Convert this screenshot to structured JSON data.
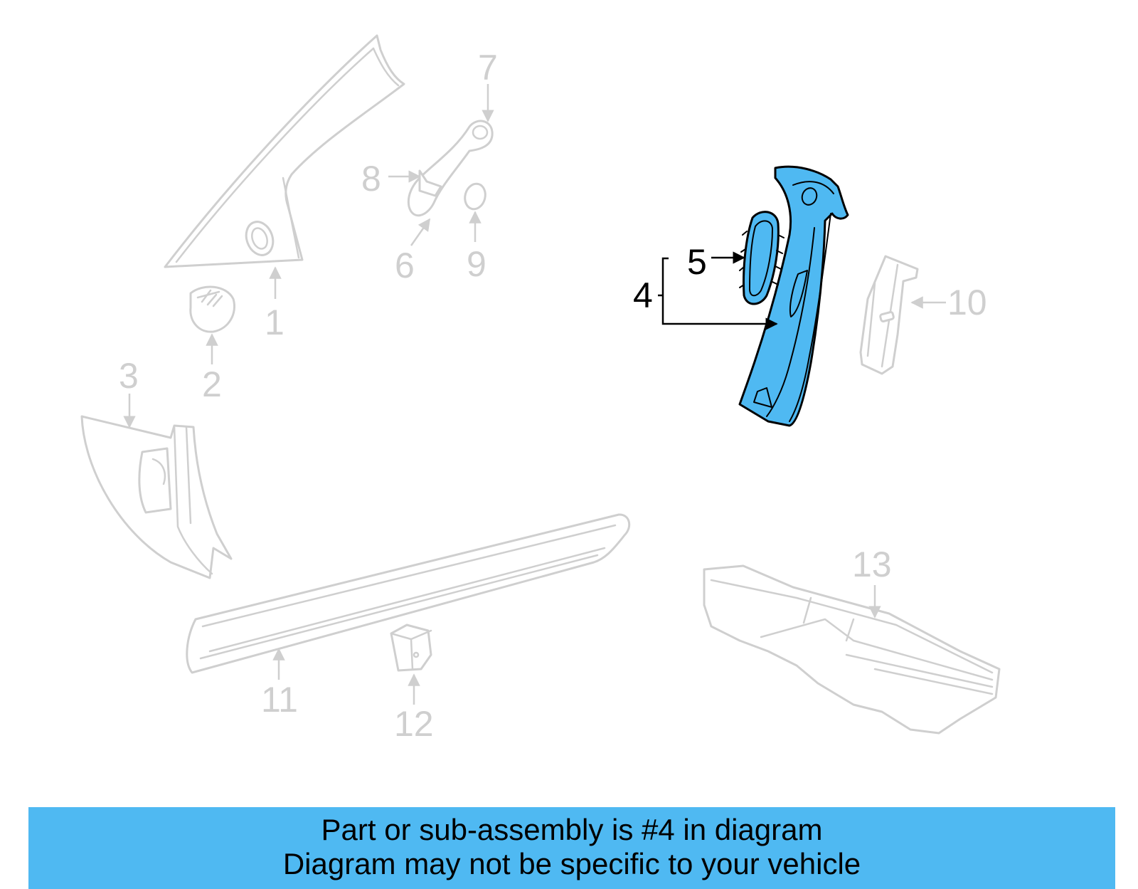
{
  "diagram": {
    "highlight_color": "#4fb9f2",
    "ghost_color": "#cfcfcf",
    "highlighted_part": "4",
    "callouts": [
      "1",
      "2",
      "3",
      "4",
      "5",
      "6",
      "7",
      "8",
      "9",
      "10",
      "11",
      "12",
      "13"
    ]
  },
  "footer": {
    "line1": "Part or sub-assembly is #4 in diagram",
    "line2": "Diagram may not be specific to your vehicle",
    "background": "#4fb9f2"
  }
}
